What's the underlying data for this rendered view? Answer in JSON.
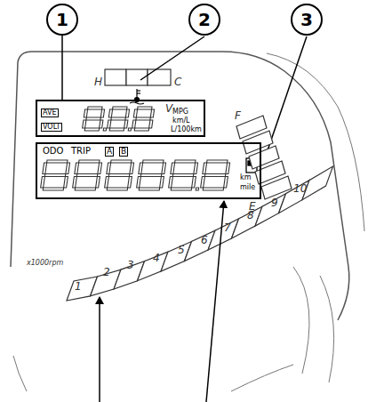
{
  "diagram": {
    "nodes": [
      {
        "text": [
          "1"
        ]
      },
      {
        "text": [
          "2"
        ]
      },
      {
        "text": [
          "3"
        ]
      },
      {
        "text": [
          "AVE",
          "VOLT",
          "V",
          "MPG",
          "km/L",
          "L/100km"
        ]
      },
      {
        "text": [
          "ODO",
          "TRIP",
          "A",
          "B",
          "km",
          "mile"
        ]
      }
    ],
    "edges": [
      {
        "from": 0,
        "to": 3,
        "arrow": "none"
      }
    ],
    "labels": [
      "H",
      "C",
      "F",
      "E",
      "x1000rpm",
      "1",
      "2",
      "3",
      "4",
      "5",
      "6",
      "7",
      "8",
      "9",
      "10"
    ]
  }
}
